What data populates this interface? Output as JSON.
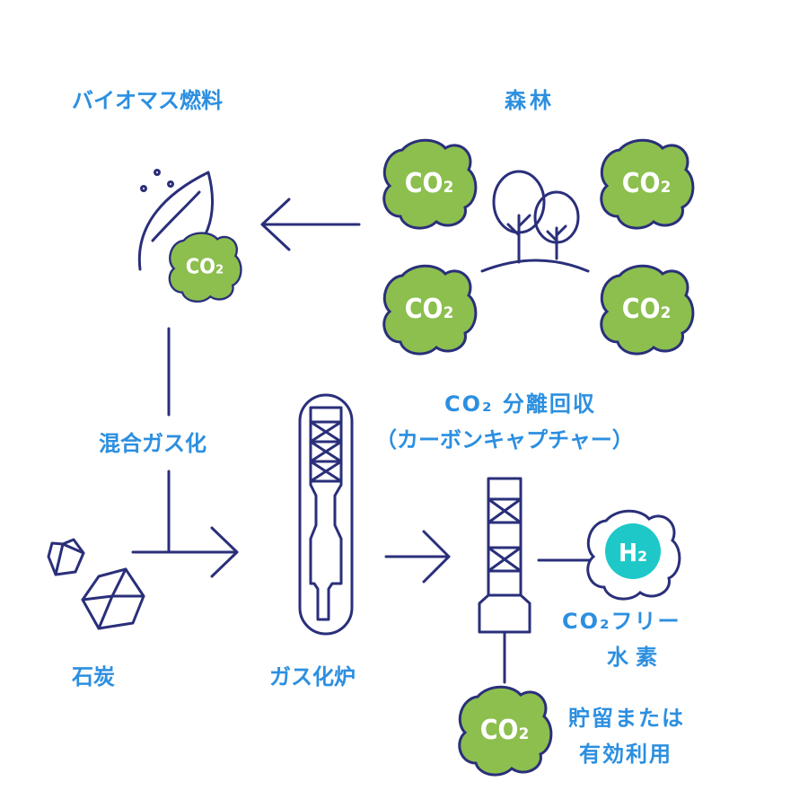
{
  "labels": {
    "biomass": "バイオマス燃料",
    "forest": "森林",
    "mixed_gasification": "混合ガス化",
    "coal": "石炭",
    "gasifier": "ガス化炉",
    "co2_separation": "CO₂ 分離回収",
    "carbon_capture": "（カーボンキャプチャー）",
    "co2_free_hydrogen_line1": "CO₂フリー",
    "co2_free_hydrogen_line2": "水素",
    "storage_line1": "貯留または",
    "storage_line2": "有効利用"
  },
  "bubbles": {
    "co2": "CO₂",
    "h2": "H₂"
  },
  "colors": {
    "label": "#2c8fe0",
    "line": "#2a2f7a",
    "co2_fill": "#8cbf4e",
    "h2_fill": "#1ec8c8"
  }
}
